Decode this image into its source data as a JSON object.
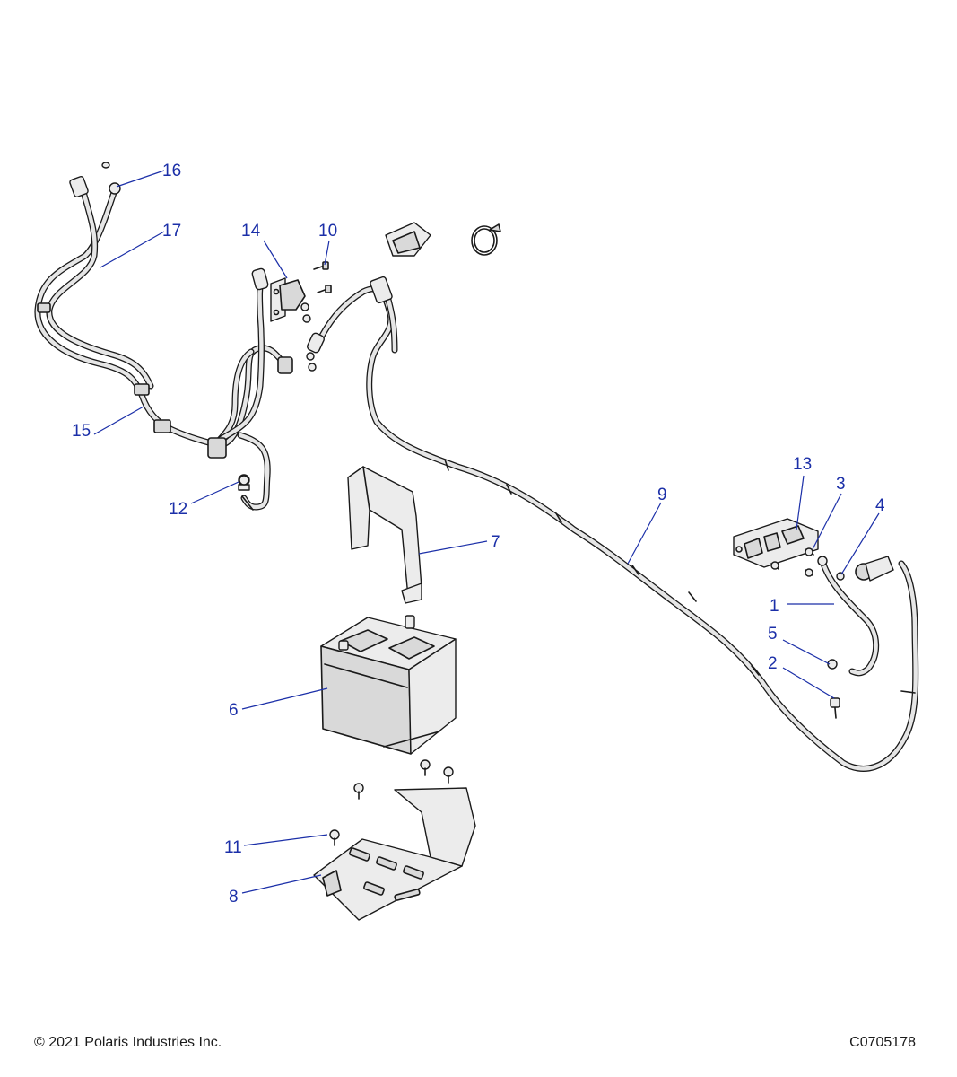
{
  "callouts": [
    {
      "id": "c1",
      "label": "1"
    },
    {
      "id": "c2",
      "label": "2"
    },
    {
      "id": "c3",
      "label": "3"
    },
    {
      "id": "c4",
      "label": "4"
    },
    {
      "id": "c5",
      "label": "5"
    },
    {
      "id": "c6",
      "label": "6"
    },
    {
      "id": "c7",
      "label": "7"
    },
    {
      "id": "c8",
      "label": "8"
    },
    {
      "id": "c9",
      "label": "9"
    },
    {
      "id": "c10",
      "label": "10"
    },
    {
      "id": "c11",
      "label": "11"
    },
    {
      "id": "c12",
      "label": "12"
    },
    {
      "id": "c13",
      "label": "13"
    },
    {
      "id": "c14",
      "label": "14"
    },
    {
      "id": "c15",
      "label": "15"
    },
    {
      "id": "c16",
      "label": "16"
    },
    {
      "id": "c17",
      "label": "17"
    }
  ],
  "footer": {
    "copyright": "© 2021 Polaris Industries Inc.",
    "drawing_id": "C0705178"
  },
  "colors": {
    "callout": "#1b2fa8",
    "line": "#1a1a1a",
    "part_fill": "#d9d9d9"
  }
}
